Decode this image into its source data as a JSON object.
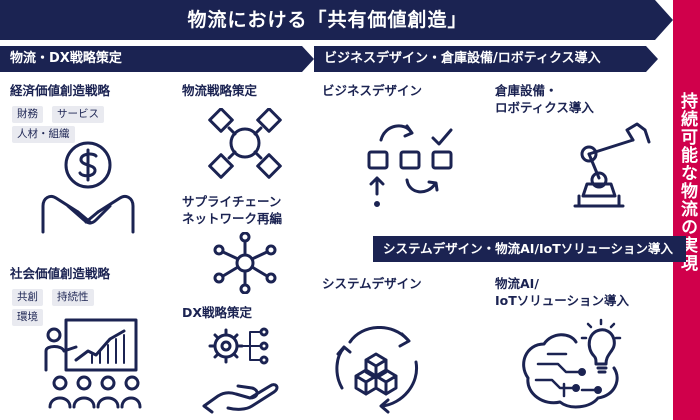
{
  "banner": {
    "title": "物流における「共有価値創造」"
  },
  "result": {
    "text": "持続可能な物流の実現"
  },
  "left_section": {
    "title": "物流・DX戦略策定",
    "economic": {
      "heading": "経済価値創造戦略",
      "tags": [
        "財務",
        "サービス",
        "人材・組織"
      ]
    },
    "social": {
      "heading": "社会価値創造戦略",
      "tags": [
        "共創",
        "持続性",
        "環境"
      ]
    },
    "logistics_strategy": {
      "heading": "物流戦略策定"
    },
    "supply_chain": {
      "heading_line1": "サプライチェーン",
      "heading_line2": "ネットワーク再編"
    },
    "dx_strategy": {
      "heading": "DX戦略策定"
    }
  },
  "right_top_section": {
    "title": "ビジネスデザイン・倉庫設備/ロボティクス導入",
    "business_design": {
      "heading": "ビジネスデザイン"
    },
    "warehouse": {
      "heading_line1": "倉庫設備・",
      "heading_line2": "ロボティクス導入"
    }
  },
  "right_bottom_section": {
    "title": "システムデザイン・物流AI/IoTソリューション導入",
    "system_design": {
      "heading": "システムデザイン"
    },
    "ai_iot": {
      "heading_line1": "物流AI/",
      "heading_line2": "IoTソリューション導入"
    }
  },
  "icons": {
    "handshake": "handshake-dollar-icon",
    "presentation": "presentation-audience-icon",
    "puzzle": "puzzle-network-icon",
    "network": "hub-network-icon",
    "gear_hand": "gear-hand-icon",
    "flow": "process-flow-icon",
    "robot_arm": "robot-arm-icon",
    "cycle": "cycle-boxes-icon",
    "brain": "ai-brain-bulb-icon"
  },
  "colors": {
    "navy": "#1b2352",
    "accent": "#d0004b",
    "tag_bg": "#e9eaf0"
  }
}
